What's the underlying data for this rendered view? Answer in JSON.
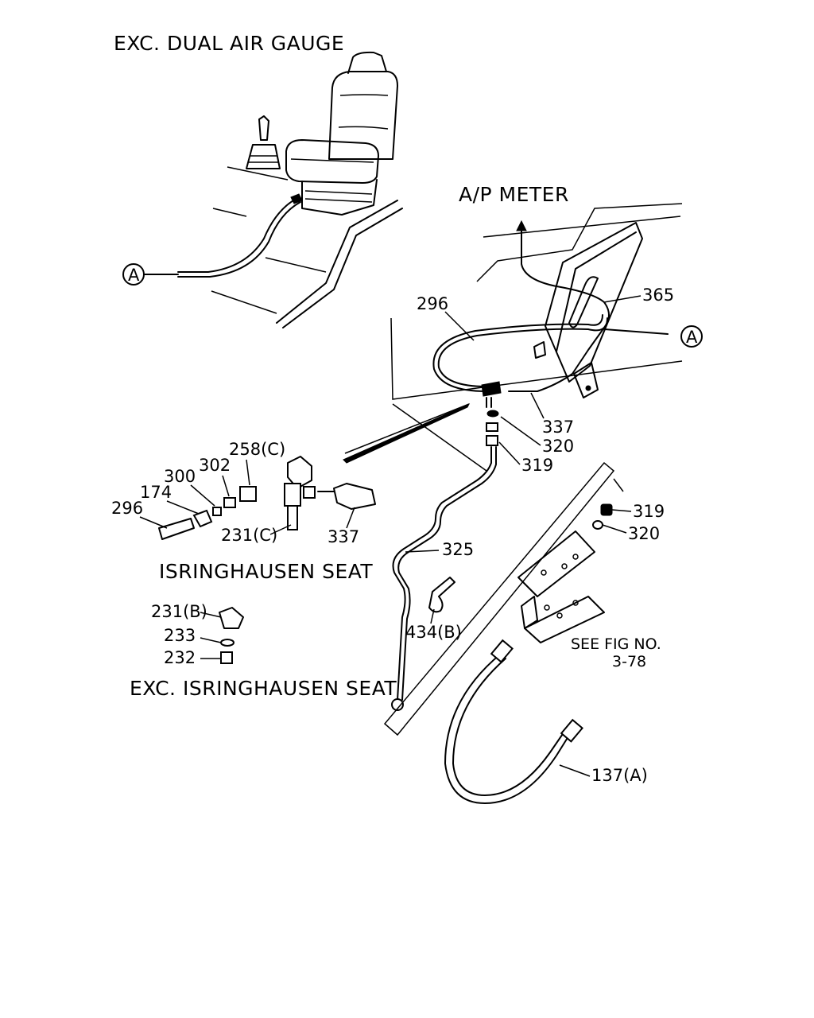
{
  "titles": {
    "exc_dual_air_gauge": "EXC. DUAL AIR GAUGE",
    "ap_meter": "A/P METER",
    "isringhausen_seat": "ISRINGHAUSEN SEAT",
    "exc_isringhausen_seat": "EXC. ISRINGHAUSEN SEAT",
    "see_fig": "SEE FIG NO.",
    "see_fig_num": "3-78"
  },
  "callouts": {
    "a_left": "A",
    "a_right": "A",
    "p365": "365",
    "p296_top": "296",
    "p337_top": "337",
    "p320_top": "320",
    "p319_top": "319",
    "p258c": "258(C)",
    "p302": "302",
    "p300": "300",
    "p174": "174",
    "p296_left": "296",
    "p231c": "231(C)",
    "p337_left": "337",
    "p325": "325",
    "p434b": "434(B)",
    "p319_right": "319",
    "p320_right": "320",
    "p231b": "231(B)",
    "p233": "233",
    "p232": "232",
    "p137a": "137(A)"
  }
}
